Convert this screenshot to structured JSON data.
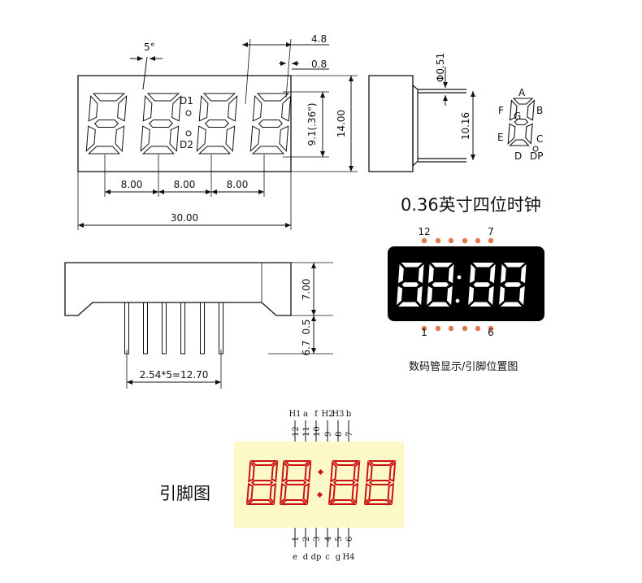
{
  "front_view": {
    "angle": "5°",
    "dims": [
      "4.8",
      "0.8",
      "Φ0.51",
      "14.00",
      "9.1(.36\")",
      "8.00",
      "8.00",
      "8.00",
      "30.00",
      "10.16"
    ],
    "d1": "D1",
    "d2": "D2"
  },
  "segment_key": {
    "labels": [
      "A",
      "B",
      "C",
      "D",
      "E",
      "F",
      "G",
      "DP"
    ]
  },
  "side_view": {
    "dims": [
      "7.00",
      "0.5",
      "6.7",
      "2.54*5=12.70"
    ]
  },
  "title": "0.36英寸四位时钟",
  "display_photo": {
    "top_pins": [
      "12",
      "7"
    ],
    "bottom_pins": [
      "1",
      "6"
    ],
    "digits": "88:88",
    "caption": "数码管显示/引脚位置图"
  },
  "pin_map": {
    "label": "引脚图",
    "top_names": [
      "H1",
      "a",
      "f",
      "H2",
      "H3",
      "b"
    ],
    "top_numbers": [
      "12",
      "11",
      "10",
      "9",
      "8",
      "7"
    ],
    "bottom_numbers": [
      "1",
      "2",
      "3",
      "4",
      "5",
      "6"
    ],
    "bottom_names": [
      "e",
      "d",
      "dp",
      "c",
      "g",
      "H4"
    ]
  },
  "colors": {
    "line": "#111111",
    "display_body": "#000000",
    "segment_lit": "#ffffff",
    "pin_dot": "#e07850",
    "pinmap_bg": "#fdf8c8",
    "pinmap_segment": "#cc1111"
  }
}
